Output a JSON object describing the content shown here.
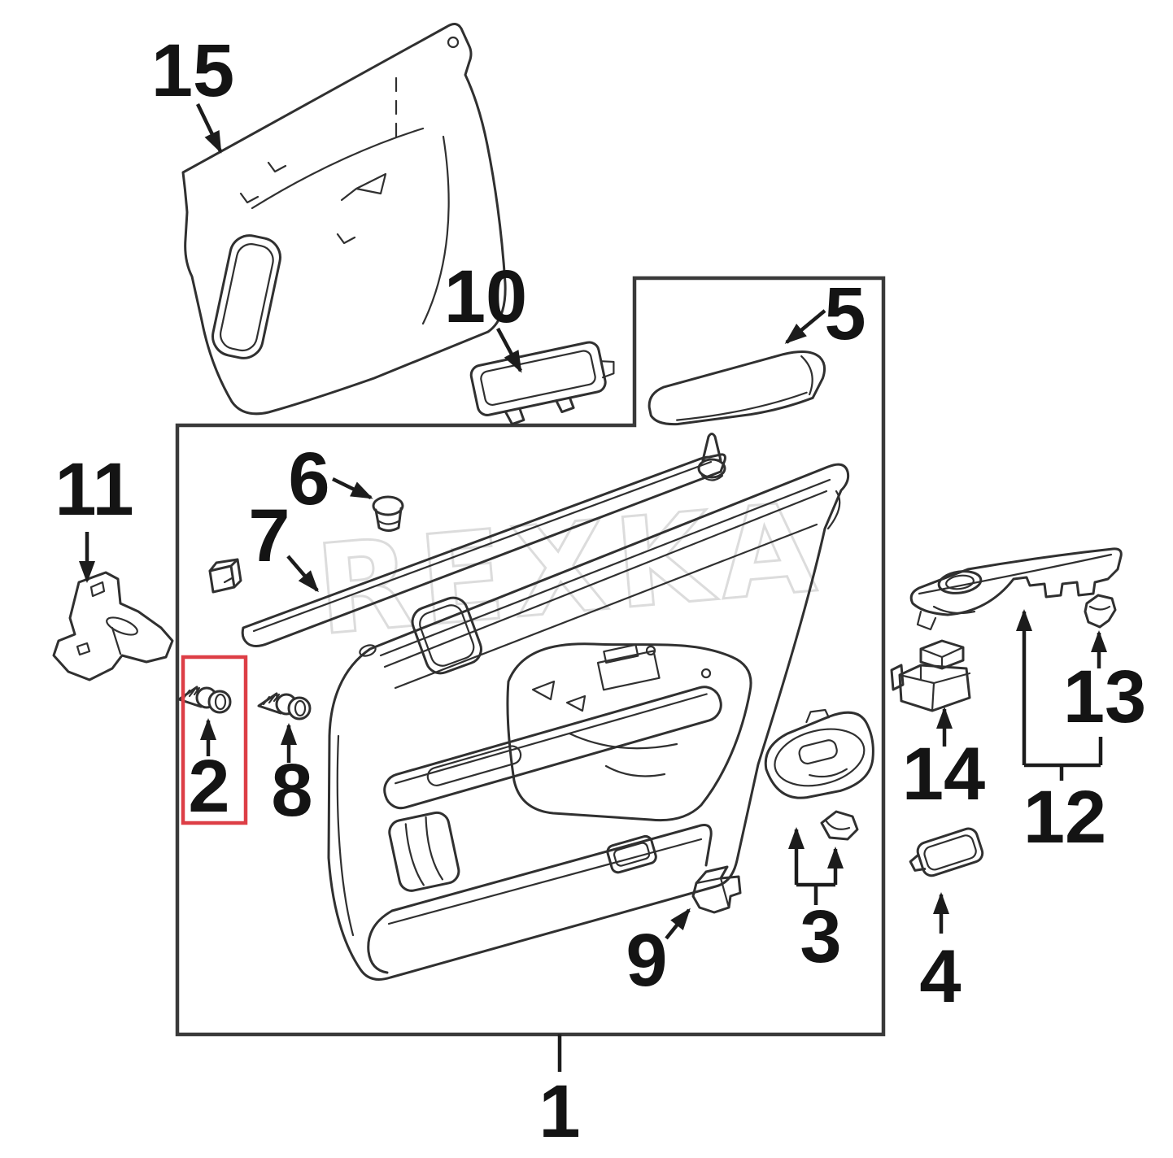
{
  "diagram": {
    "watermark": "REXKA",
    "highlighted_part": "2",
    "labels": {
      "l1": "1",
      "l2": "2",
      "l3": "3",
      "l4": "4",
      "l5": "5",
      "l6": "6",
      "l7": "7",
      "l8": "8",
      "l9": "9",
      "l10": "10",
      "l11": "11",
      "l12": "12",
      "l13": "13",
      "l14": "14",
      "l15": "15"
    },
    "colors": {
      "background": "#ffffff",
      "line": "#303030",
      "border": "#3a3a3a",
      "label": "#141414",
      "highlight": "#dd3e46",
      "watermark": "#dcdcdc"
    }
  }
}
